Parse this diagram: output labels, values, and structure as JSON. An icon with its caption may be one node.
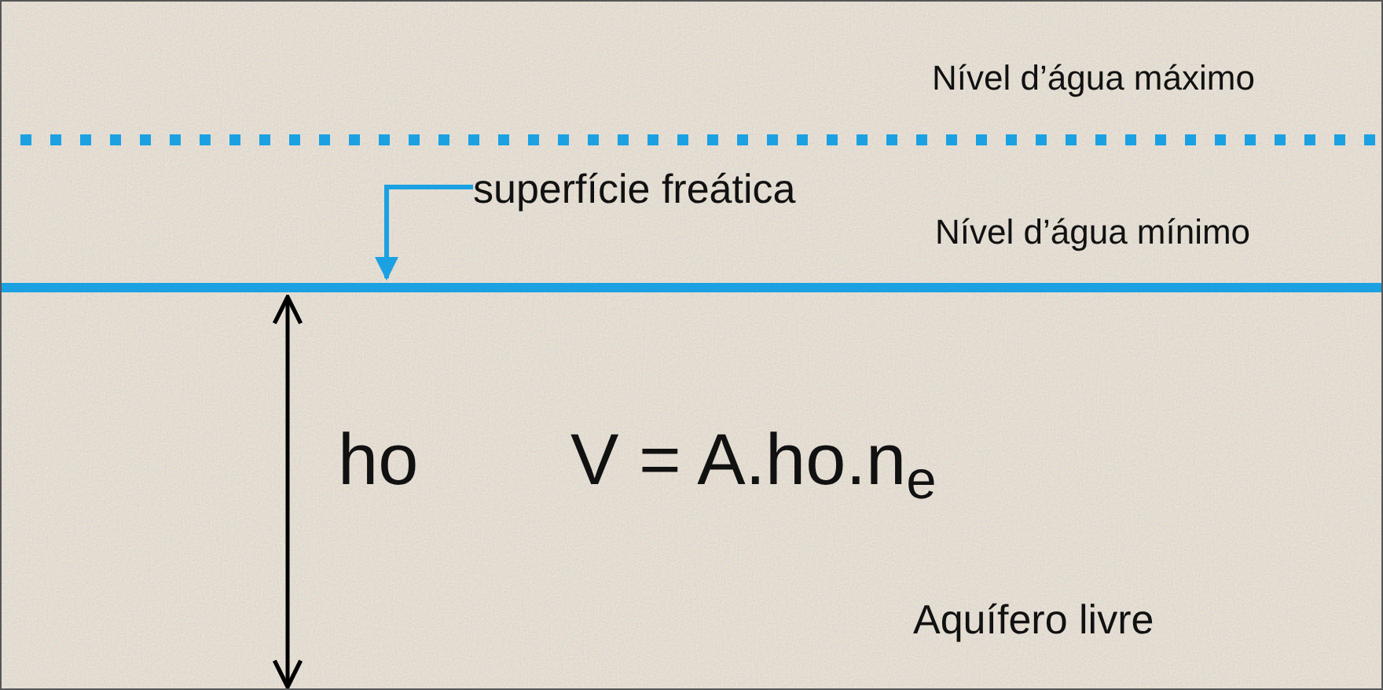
{
  "diagram": {
    "nodes": [
      {
        "text": [
          "superfície freática"
        ]
      },
      {
        "text": [],
        "shape": "bar"
      }
    ],
    "edges": [
      {
        "from": 0,
        "to": 1,
        "arrow": "to"
      }
    ],
    "labels": [
      "Nível d’água máximo",
      "Nível d’água mínimo",
      "ho",
      "V = A.ho.n$_{e}$",
      "Aquífero livre"
    ]
  }
}
